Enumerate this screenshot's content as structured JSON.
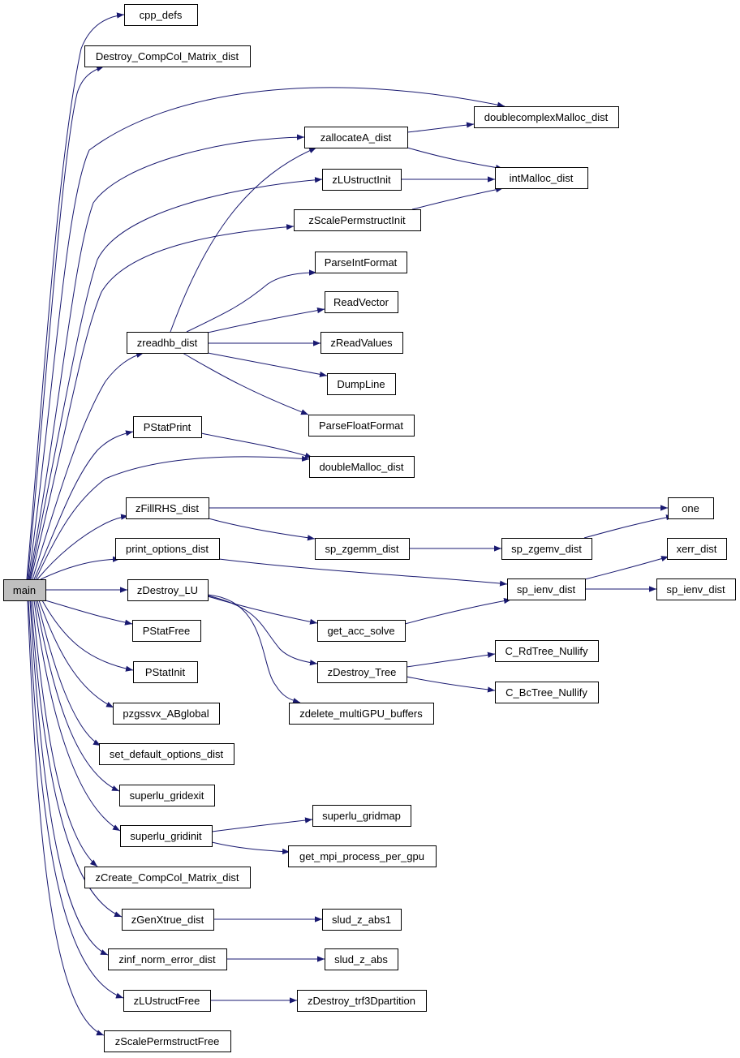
{
  "colors": {
    "edge": "#191970",
    "node_border": "#000000",
    "node_fill": "#ffffff",
    "root_fill": "#bfbfbf"
  },
  "nodes": {
    "main": "main",
    "cpp_defs": "cpp_defs",
    "destroy_compcol": "Destroy_CompCol_Matrix_dist",
    "doublecomplex_malloc": "doublecomplexMalloc_dist",
    "zallocatea": "zallocateA_dist",
    "intmalloc": "intMalloc_dist",
    "zlustructinit": "zLUstructInit",
    "zscalepermstructinit": "zScalePermstructInit",
    "parseintformat": "ParseIntFormat",
    "readvector": "ReadVector",
    "zreadhb": "zreadhb_dist",
    "zreadvalues": "zReadValues",
    "dumpline": "DumpLine",
    "parsefloatformat": "ParseFloatFormat",
    "pstatprint": "PStatPrint",
    "doublemalloc": "doubleMalloc_dist",
    "zfillrhs": "zFillRHS_dist",
    "one": "one",
    "sp_zgemm": "sp_zgemm_dist",
    "sp_zgemv": "sp_zgemv_dist",
    "print_options": "print_options_dist",
    "xerr": "xerr_dist",
    "sp_ienv1": "sp_ienv_dist",
    "sp_ienv2": "sp_ienv_dist",
    "zdestroy_lu": "zDestroy_LU",
    "get_acc_solve": "get_acc_solve",
    "pstatfree": "PStatFree",
    "c_rdtree": "C_RdTree_Nullify",
    "zdestroy_tree": "zDestroy_Tree",
    "pstatinit": "PStatInit",
    "c_bctree": "C_BcTree_Nullify",
    "pzgssvx": "pzgssvx_ABglobal",
    "zdelete_multigpu": "zdelete_multiGPU_buffers",
    "set_default_options": "set_default_options_dist",
    "superlu_gridexit": "superlu_gridexit",
    "superlu_gridmap": "superlu_gridmap",
    "superlu_gridinit": "superlu_gridinit",
    "get_mpi_process": "get_mpi_process_per_gpu",
    "zcreate_compcol": "zCreate_CompCol_Matrix_dist",
    "zgenxtrue": "zGenXtrue_dist",
    "slud_z_abs1": "slud_z_abs1",
    "zinf_norm_error": "zinf_norm_error_dist",
    "slud_z_abs": "slud_z_abs",
    "zlustructfree": "zLUstructFree",
    "zdestroy_trf3d": "zDestroy_trf3Dpartition",
    "zscalepermstructfree": "zScalePermstructFree"
  }
}
